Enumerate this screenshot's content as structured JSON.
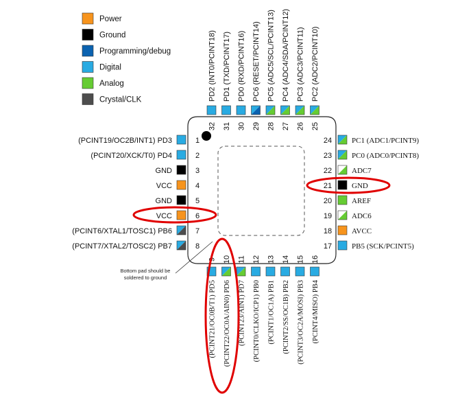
{
  "legend": [
    {
      "label": "Power",
      "color": "#f7941d"
    },
    {
      "label": "Ground",
      "color": "#000000"
    },
    {
      "label": "Programming/debug",
      "color": "#0b62b0"
    },
    {
      "label": "Digital",
      "color": "#29abe2"
    },
    {
      "label": "Analog",
      "color": "#66cc33"
    },
    {
      "label": "Crystal/CLK",
      "color": "#4d4d4d"
    }
  ],
  "left_pins": [
    {
      "num": "1",
      "label": "(PCINT19/OC2B/INT1) PD3",
      "type": "digital"
    },
    {
      "num": "2",
      "label": "(PCINT20/XCK/T0) PD4",
      "type": "digital"
    },
    {
      "num": "3",
      "label": "GND",
      "type": "ground"
    },
    {
      "num": "4",
      "label": "VCC",
      "type": "power"
    },
    {
      "num": "5",
      "label": "GND",
      "type": "ground"
    },
    {
      "num": "6",
      "label": "VCC",
      "type": "power"
    },
    {
      "num": "7",
      "label": "(PCINT6/XTAL1/TOSC1) PB6",
      "type": "digital-crystal"
    },
    {
      "num": "8",
      "label": "(PCINT7/XTAL2/TOSC2) PB7",
      "type": "digital-crystal"
    }
  ],
  "right_pins": [
    {
      "num": "24",
      "label": "PC1 (ADC1/PCINT9)",
      "type": "digital-analog"
    },
    {
      "num": "23",
      "label": "PC0 (ADC0/PCINT8)",
      "type": "digital-analog"
    },
    {
      "num": "22",
      "label": "ADC7",
      "type": "analog-half"
    },
    {
      "num": "21",
      "label": "GND",
      "type": "ground"
    },
    {
      "num": "20",
      "label": "AREF",
      "type": "analog"
    },
    {
      "num": "19",
      "label": "ADC6",
      "type": "analog-half"
    },
    {
      "num": "18",
      "label": "AVCC",
      "type": "power"
    },
    {
      "num": "17",
      "label": "PB5 (SCK/PCINT5)",
      "type": "digital"
    }
  ],
  "top_pins": [
    {
      "num": "32",
      "label": "PD2 (INT0/PCINT18)",
      "type": "digital"
    },
    {
      "num": "31",
      "label": "PD1 (TXD/PCINT17)",
      "type": "digital"
    },
    {
      "num": "30",
      "label": "PD0 (RXD/PCINT16)",
      "type": "digital"
    },
    {
      "num": "29",
      "label": "PC6 (RESET/PCINT14)",
      "type": "digital-prog"
    },
    {
      "num": "28",
      "label": "PC5 (ADC5/SCL/PCINT13)",
      "type": "digital-analog"
    },
    {
      "num": "27",
      "label": "PC4 (ADC4/SDA/PCINT12)",
      "type": "digital-analog"
    },
    {
      "num": "26",
      "label": "PC3 (ADC3/PCINT11)",
      "type": "digital-analog"
    },
    {
      "num": "25",
      "label": "PC2 (ADC2/PCINT10)",
      "type": "digital-analog"
    }
  ],
  "bottom_pins": [
    {
      "num": "9",
      "label": "(PCINT21/OC0B/T1) PD5",
      "type": "digital"
    },
    {
      "num": "10",
      "label": "(PCINT22/OC0A/AIN0) PD6",
      "type": "digital-analog"
    },
    {
      "num": "11",
      "label": "(PCINT23/AIN1) PD7",
      "type": "digital-analog"
    },
    {
      "num": "12",
      "label": "(PCINT0/CLKO/ICP1) PB0",
      "type": "digital"
    },
    {
      "num": "13",
      "label": "(PCINT1/OC1A) PB1",
      "type": "digital"
    },
    {
      "num": "14",
      "label": "(PCINT2/SS/OC1B) PB2",
      "type": "digital"
    },
    {
      "num": "15",
      "label": "(PCINT3/OC2A/MOSI) PB3",
      "type": "digital"
    },
    {
      "num": "16",
      "label": "(PCINT4/MISO) PB4",
      "type": "digital"
    }
  ],
  "note": {
    "line1": "Bottom pad should be",
    "line2": "soldered to ground"
  },
  "colors": {
    "power": "#f7941d",
    "ground": "#000000",
    "prog": "#0b62b0",
    "digital": "#29abe2",
    "analog": "#66cc33",
    "crystal": "#4d4d4d",
    "highlight": "#e00000"
  }
}
